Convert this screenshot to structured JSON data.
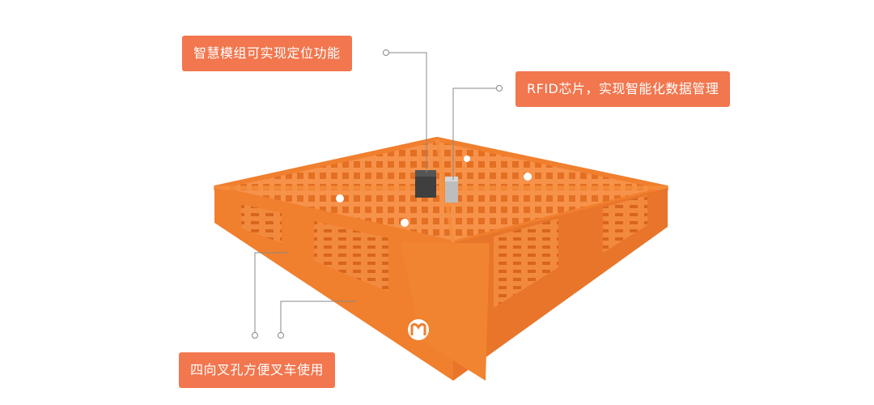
{
  "callouts": {
    "module": "智慧模组可实现定位功能",
    "rfid": "RFID芯片，实现智能化数据管理",
    "fork": "四向叉孔方便叉车使用"
  },
  "colors": {
    "callout_bg": "#f2764e",
    "pallet_top": "#f58a3c",
    "pallet_side": "#f07f2e",
    "pallet_shadow": "#d9661c",
    "leader_line": "#888888"
  },
  "icons": {
    "brand_logo": "m-logo-icon",
    "smart_module": "dark-box-icon",
    "rfid_chip": "grey-chip-icon"
  }
}
